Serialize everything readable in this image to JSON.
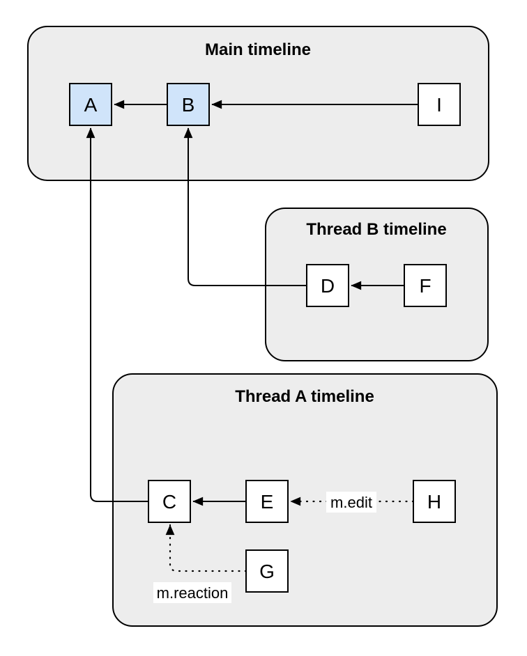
{
  "diagram": {
    "containers": {
      "main": {
        "title": "Main timeline"
      },
      "threadB": {
        "title": "Thread B timeline"
      },
      "threadA": {
        "title": "Thread A timeline"
      }
    },
    "nodes": {
      "a": {
        "label": "A",
        "fill": "#d0e4fa"
      },
      "b": {
        "label": "B",
        "fill": "#d0e4fa"
      },
      "i": {
        "label": "I",
        "fill": "#ffffff"
      },
      "d": {
        "label": "D",
        "fill": "#ffffff"
      },
      "f": {
        "label": "F",
        "fill": "#ffffff"
      },
      "c": {
        "label": "C",
        "fill": "#ffffff"
      },
      "e": {
        "label": "E",
        "fill": "#ffffff"
      },
      "h": {
        "label": "H",
        "fill": "#ffffff"
      },
      "g": {
        "label": "G",
        "fill": "#ffffff"
      }
    },
    "edges": {
      "b_to_a": {
        "from": "B",
        "to": "A",
        "style": "solid"
      },
      "i_to_b": {
        "from": "I",
        "to": "B",
        "style": "solid"
      },
      "d_to_b": {
        "from": "D",
        "to": "B",
        "style": "solid"
      },
      "f_to_d": {
        "from": "F",
        "to": "D",
        "style": "solid"
      },
      "c_to_a": {
        "from": "C",
        "to": "A",
        "style": "solid"
      },
      "e_to_c": {
        "from": "E",
        "to": "C",
        "style": "solid"
      },
      "h_to_e": {
        "from": "H",
        "to": "E",
        "style": "dotted",
        "label": "m.edit"
      },
      "g_to_c": {
        "from": "G",
        "to": "C",
        "style": "dotted",
        "label": "m.reaction"
      }
    },
    "colors": {
      "container_fill": "#ededed",
      "container_border": "#000000",
      "node_border": "#000000",
      "highlight_node_fill": "#d0e4fa",
      "edge_color": "#000000",
      "label_background": "#ffffff"
    }
  }
}
